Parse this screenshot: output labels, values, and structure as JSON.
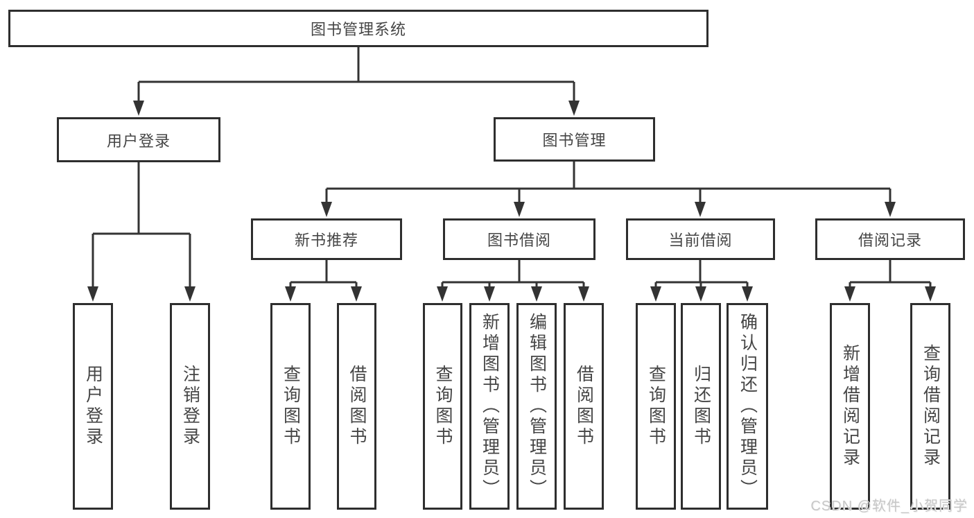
{
  "tree": {
    "root": "图书管理系统",
    "user_login": "用户登录",
    "book_mgmt": "图书管理",
    "new_book_rec": "新书推荐",
    "book_borrow": "图书借阅",
    "current_borrow": "当前借阅",
    "borrow_records": "借阅记录",
    "leaves": {
      "user_login": [
        "用户登录",
        "注销登录"
      ],
      "new_book_rec": [
        "查询图书",
        "借阅图书"
      ],
      "book_borrow": [
        "查询图书",
        "新增图书（管理员）",
        "编辑图书（管理员）",
        "借阅图书"
      ],
      "current_borrow": [
        "查询图书",
        "归还图书",
        "确认归还（管理员）"
      ],
      "borrow_records": [
        "新增借阅记录",
        "查询借阅记录"
      ]
    }
  },
  "watermark": "CSDN @软件_小贺同学",
  "colors": {
    "line": "#333333",
    "box_border": "#2e2e2e",
    "text": "#454545",
    "watermark": "#c7c7c7",
    "background": "#ffffff"
  }
}
